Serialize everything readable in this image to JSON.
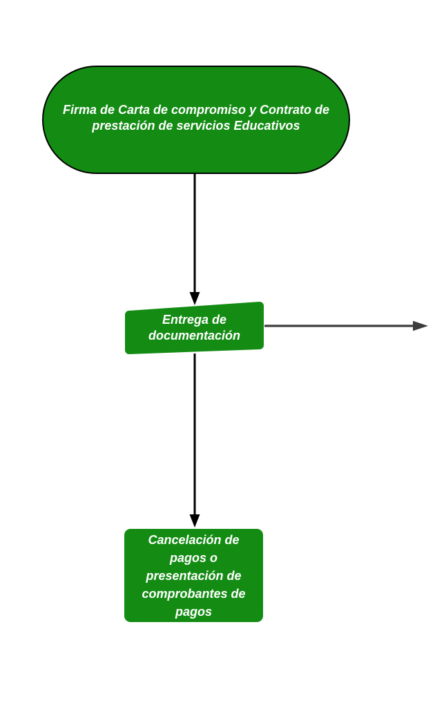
{
  "diagram": {
    "background": "#ffffff",
    "colors": {
      "shape_fill": "#148c14",
      "shape_border": "#000000",
      "connector_black": "#000000",
      "connector_gray": "#3d3d3d",
      "label_text": "#ffffff"
    },
    "nodes": [
      {
        "id": "firma",
        "shape": "terminator",
        "label": "Firma de Carta de compromiso y Contrato de prestación de servicios Educativos",
        "lines": [
          "Firma de Carta de compromiso y Contrato de",
          "prestación de servicios Educativos"
        ]
      },
      {
        "id": "entrega",
        "shape": "manual-input",
        "label": "Entrega de documentación",
        "lines": [
          "Entrega de",
          "documentación"
        ]
      },
      {
        "id": "cancelacion",
        "shape": "process",
        "label": "Cancelación de pagos o presentación de comprobantes de pagos",
        "lines": [
          "Cancelación de",
          "pagos o",
          "presentación de",
          "comprobantes de",
          "pagos"
        ]
      }
    ],
    "connectors": [
      {
        "from": "firma",
        "to": "entrega",
        "direction": "down",
        "color": "#000000"
      },
      {
        "from": "entrega",
        "to": "off-canvas-right",
        "direction": "right",
        "color": "#3d3d3d"
      },
      {
        "from": "entrega",
        "to": "cancelacion",
        "direction": "down",
        "color": "#000000"
      }
    ]
  }
}
